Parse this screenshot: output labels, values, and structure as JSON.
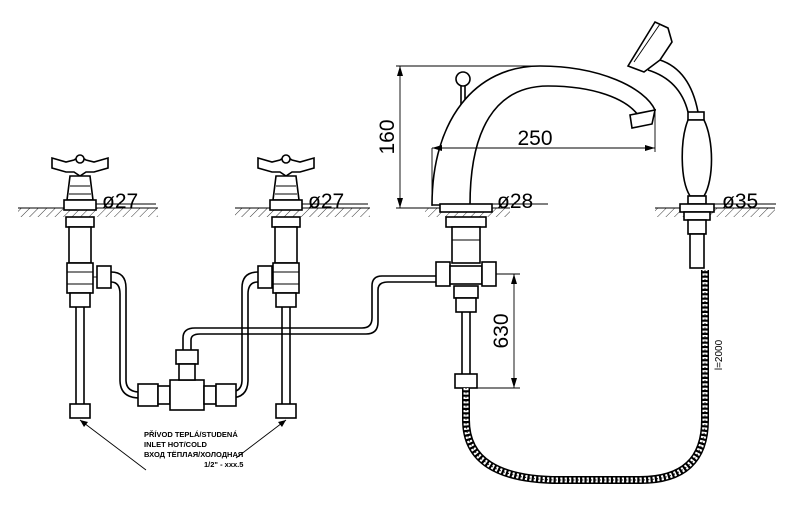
{
  "dimensions": {
    "valve_left_dia": "ø27",
    "valve_right_dia": "ø27",
    "spout_dia": "ø28",
    "shower_dia": "ø35",
    "spout_height": "160",
    "spout_reach": "250",
    "hose_length_spout": "630",
    "hose_length_shower": "l=2000"
  },
  "inlet_note": {
    "line1": "PŘÍVOD TEPLÁ/STUDENÁ",
    "line2": "INLET HOT/COLD",
    "line3": "ВХОД ТЁПЛАЯ/ХОЛОДНАЯ",
    "line4": "1/2\" - xxx.5"
  }
}
